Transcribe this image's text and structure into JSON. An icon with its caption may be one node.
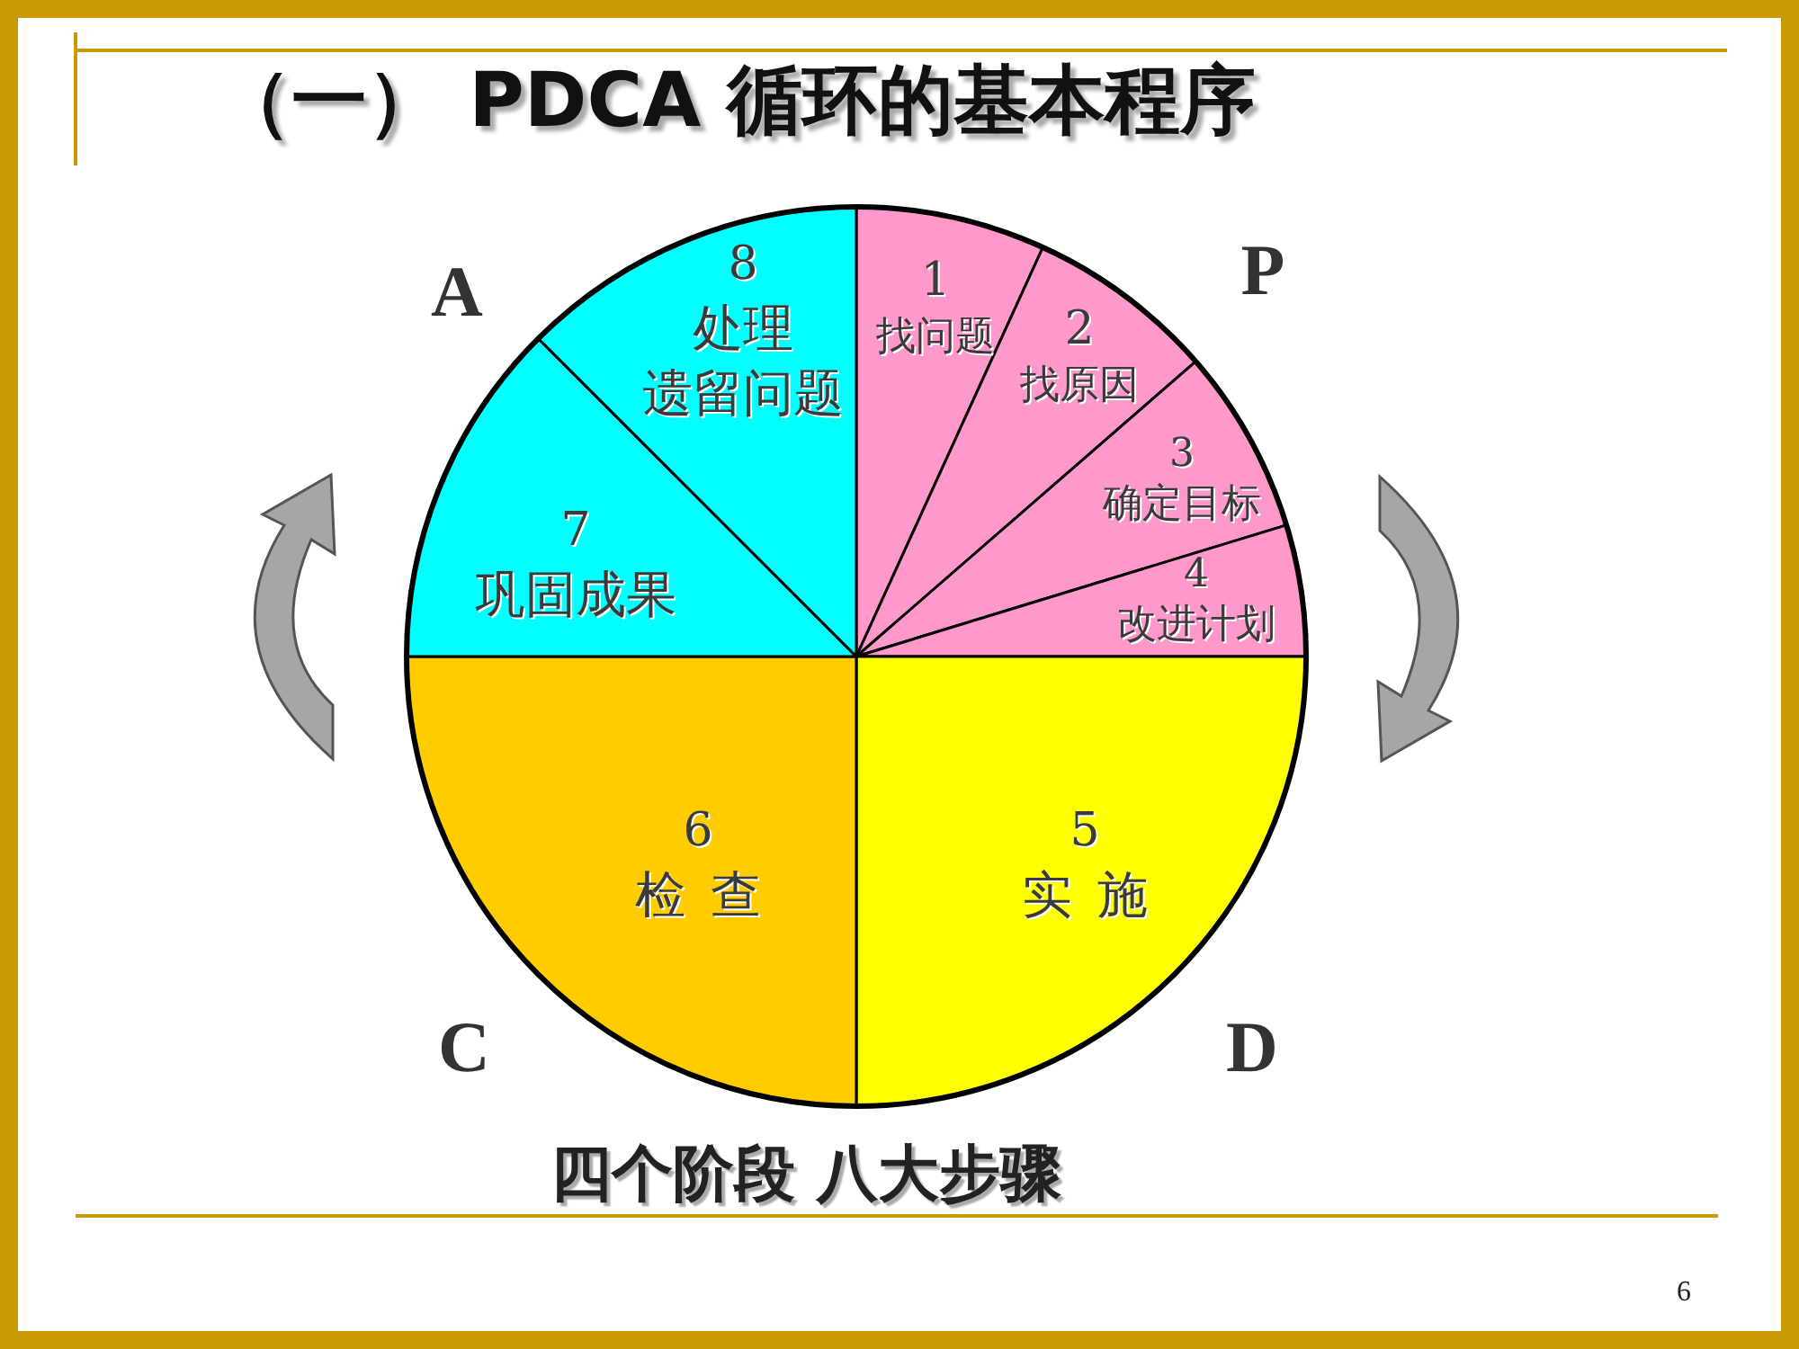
{
  "diagram": {
    "title": "（一） PDCA 循环的基本程序",
    "caption": "四个阶段 八大步骤",
    "nodes": [
      {
        "text": [
          "1",
          "找问题"
        ]
      },
      {
        "text": [
          "2",
          "找原因"
        ]
      },
      {
        "text": [
          "3",
          "确定目标"
        ]
      },
      {
        "text": [
          "4",
          "改进计划"
        ]
      },
      {
        "text": [
          "5",
          "实施"
        ]
      },
      {
        "text": [
          "6",
          "检查"
        ]
      },
      {
        "text": [
          "7",
          "巩固成果"
        ]
      },
      {
        "text": [
          "8",
          "处理",
          "遗留问题"
        ]
      }
    ],
    "labels": [
      "A",
      "P",
      "C",
      "D",
      "6"
    ]
  }
}
